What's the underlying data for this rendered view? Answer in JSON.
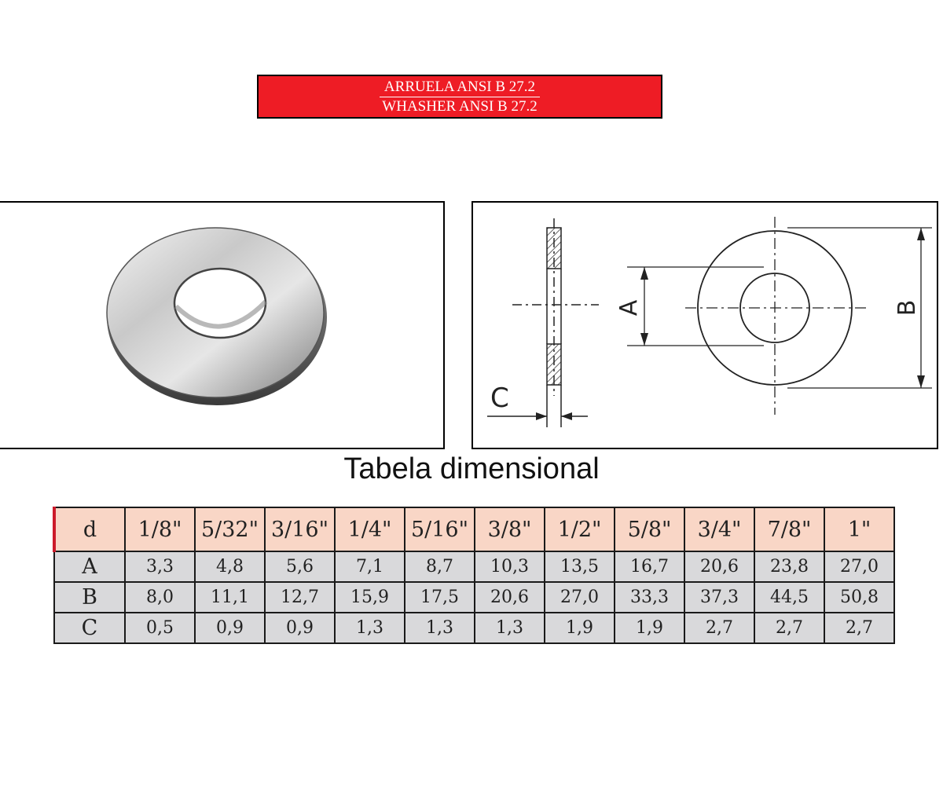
{
  "banner": {
    "title_pt": "ARRUELA ANSI B 27.2",
    "title_en": "WHASHER ANSI B 27.2",
    "color": "#ee1c25"
  },
  "drawing": {
    "label_a": "A",
    "label_b": "B",
    "label_c": "C"
  },
  "caption": "Tabela dimensional",
  "table": {
    "header": {
      "label": "d",
      "values": [
        "1/8\"",
        "5/32\"",
        "3/16\"",
        "1/4\"",
        "5/16\"",
        "3/8\"",
        "1/2\"",
        "5/8\"",
        "3/4\"",
        "7/8\"",
        "1\""
      ]
    },
    "rows": [
      {
        "label": "A",
        "values": [
          "3,3",
          "4,8",
          "5,6",
          "7,1",
          "8,7",
          "10,3",
          "13,5",
          "16,7",
          "20,6",
          "23,8",
          "27,0"
        ]
      },
      {
        "label": "B",
        "values": [
          "8,0",
          "11,1",
          "12,7",
          "15,9",
          "17,5",
          "20,6",
          "27,0",
          "33,3",
          "37,3",
          "44,5",
          "50,8"
        ]
      },
      {
        "label": "C",
        "values": [
          "0,5",
          "0,9",
          "0,9",
          "1,3",
          "1,3",
          "1,3",
          "1,9",
          "1,9",
          "2,7",
          "2,7",
          "2,7"
        ]
      }
    ],
    "header_color": "#f9d6c6",
    "body_color": "#d9d9db"
  }
}
